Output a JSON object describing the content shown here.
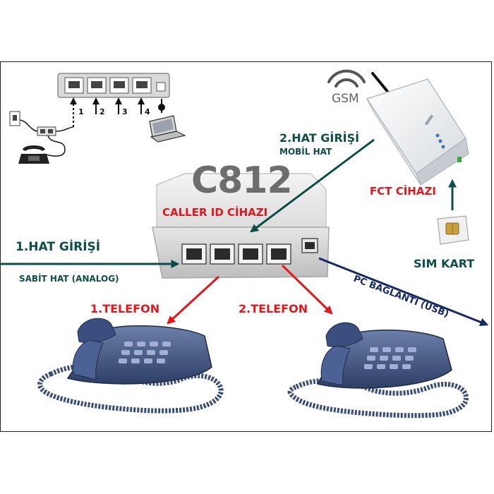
{
  "device": {
    "model": "C812",
    "name": "CALLER ID CİHAZI"
  },
  "inputs": {
    "line1_title": "1.HAT GİRİŞİ",
    "line1_sub": "SABİT HAT (ANALOG)",
    "line2_title": "2.HAT GİRİŞİ",
    "line2_sub": "MOBİL HAT"
  },
  "gsm": {
    "label": "GSM",
    "device_label": "FCT CİHAZI",
    "sim_label": "SIM KART"
  },
  "outputs": {
    "phone1": "1.TELEFON",
    "phone2": "2.TELEFON",
    "pc": "PC BAĞLANTI (USB)"
  },
  "strip": {
    "ports": [
      "1",
      "2",
      "3",
      "4"
    ]
  },
  "colors": {
    "red": "#e8141b",
    "teal": "#0d4d4a",
    "navy": "#152a66"
  }
}
